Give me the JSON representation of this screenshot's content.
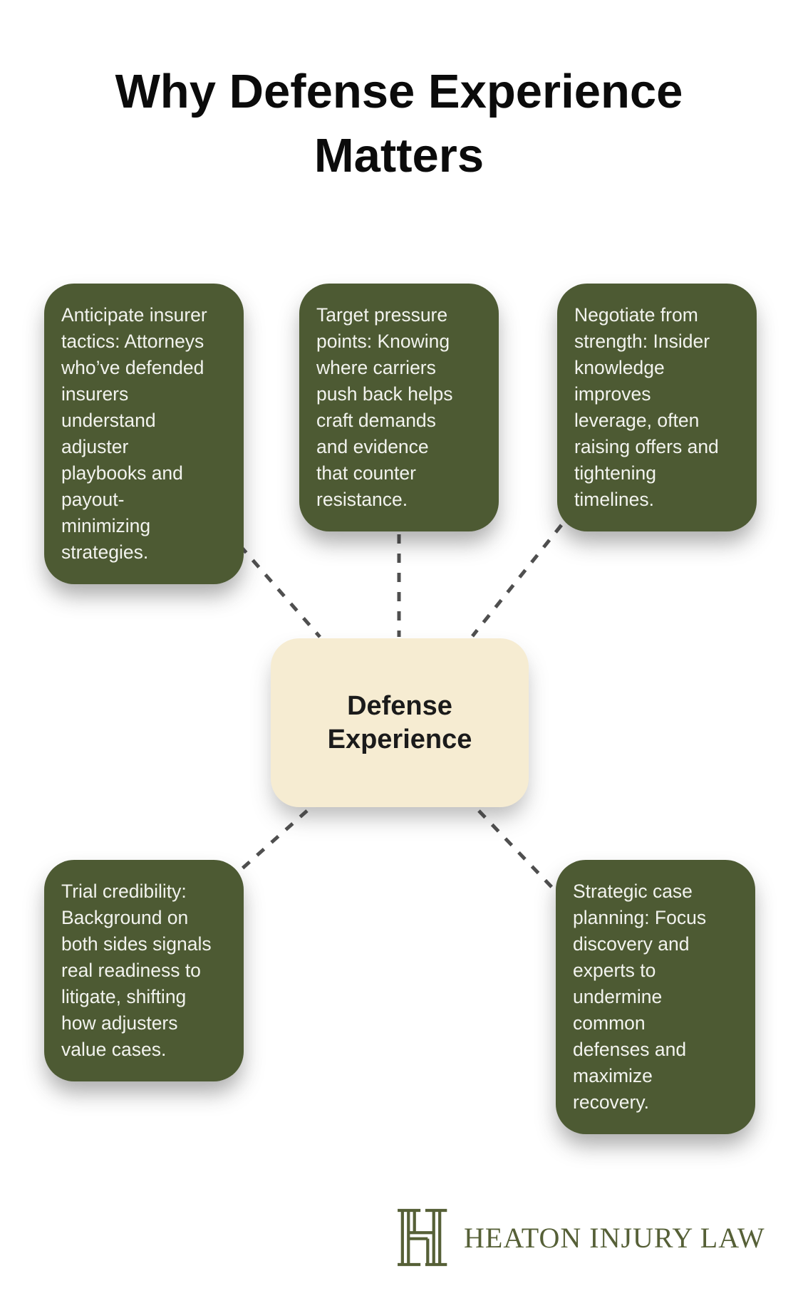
{
  "title": "Why Defense Experience\nMatters",
  "center": {
    "label": "Defense\nExperience"
  },
  "nodes": [
    {
      "id": "anticipate-insurer-tactics",
      "text": "Anticipate insurer\ntactics: Attorneys\nwho’ve defended\ninsurers\nunderstand\nadjuster\nplaybooks and\npayout-\nminimizing\nstrategies."
    },
    {
      "id": "target-pressure-points",
      "text": "Target pressure\npoints: Knowing\nwhere carriers\npush back helps\ncraft demands\nand evidence\nthat counter\nresistance."
    },
    {
      "id": "negotiate-from-strength",
      "text": "Negotiate from\nstrength: Insider\nknowledge\nimproves\nleverage, often\nraising offers and\ntightening\ntimelines."
    },
    {
      "id": "trial-credibility",
      "text": "Trial credibility:\nBackground on\nboth sides signals\nreal readiness to\nlitigate, shifting\nhow adjusters\nvalue cases."
    },
    {
      "id": "strategic-case-planning",
      "text": "Strategic case\nplanning: Focus\ndiscovery and\nexperts to\nundermine\ncommon\ndefenses and\nmaximize\nrecovery."
    }
  ],
  "footer": {
    "brand": "HEATON INJURY LAW",
    "logo_icon": "heaton-h-monogram-icon"
  },
  "colors": {
    "bubble_green": "#4d5a33",
    "bubble_text": "#f2f3ee",
    "center_cream": "#f6ecd2",
    "center_text": "#1b1b1b",
    "title_text": "#0b0b0b",
    "connector_gray": "#4f4f4f",
    "brand_olive": "#566037",
    "background": "#ffffff"
  }
}
